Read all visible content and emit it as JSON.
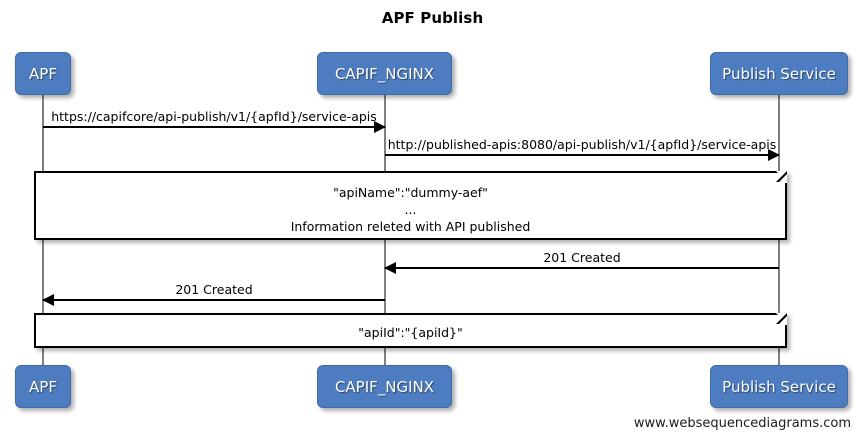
{
  "diagram": {
    "title": "APF Publish",
    "type": "sequence-diagram",
    "watermark": "www.websequencediagrams.com",
    "colors": {
      "participant_fill": "#4d7cc0",
      "participant_text": "#ffffff",
      "line": "#000000",
      "lifeline": "#808080",
      "note_fill": "#ffffff",
      "background": "#ffffff"
    }
  },
  "participants": [
    {
      "id": "apf",
      "label": "APF"
    },
    {
      "id": "capif_nginx",
      "label": "CAPIF_NGINX"
    },
    {
      "id": "publish_service",
      "label": "Publish Service"
    }
  ],
  "messages": [
    {
      "id": "msg1",
      "from": "apf",
      "to": "capif_nginx",
      "direction": "right",
      "label": "https://capifcore/api-publish/v1/{apfId}/service-apis"
    },
    {
      "id": "msg2",
      "from": "capif_nginx",
      "to": "publish_service",
      "direction": "right",
      "label": "http://published-apis:8080/api-publish/v1/{apfId}/service-apis"
    },
    {
      "id": "msg3",
      "from": "publish_service",
      "to": "capif_nginx",
      "direction": "left",
      "label": "201 Created"
    },
    {
      "id": "msg4",
      "from": "capif_nginx",
      "to": "apf",
      "direction": "left",
      "label": "201 Created"
    }
  ],
  "notes": [
    {
      "id": "note1",
      "lines": "\"apiName\":\"dummy-aef\"\n...\nInformation releted with API published"
    },
    {
      "id": "note2",
      "lines": "\"apiId\":\"{apiId}\""
    }
  ]
}
